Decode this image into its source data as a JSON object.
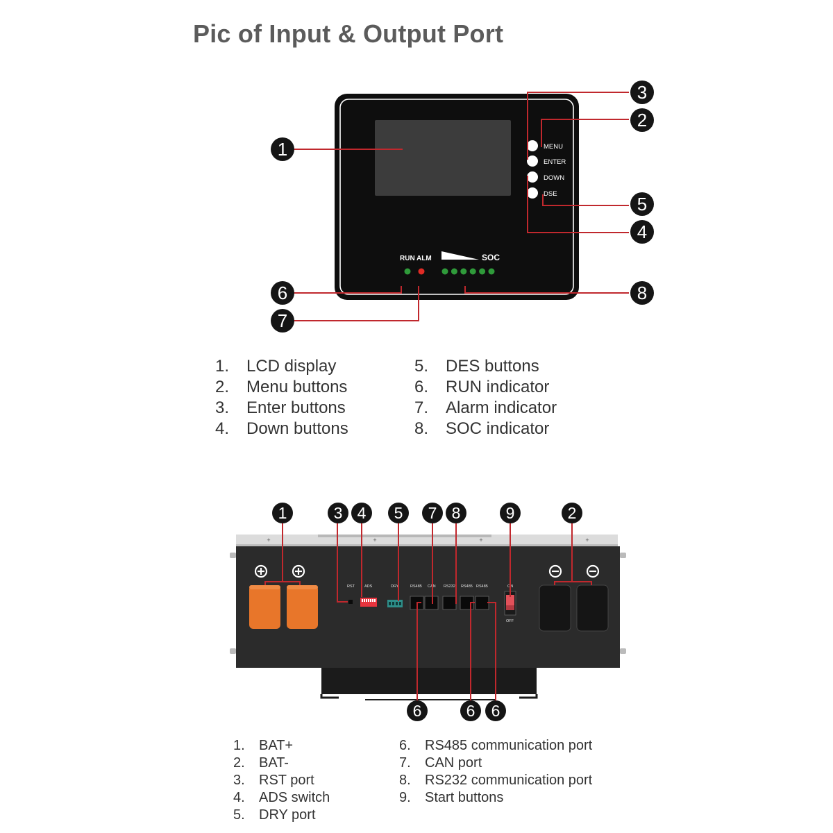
{
  "title": "Pic of Input & Output Port",
  "front_panel": {
    "buttons": [
      "MENU",
      "ENTER",
      "DOWN",
      "DSE"
    ],
    "indicator_labels": {
      "run": "RUN",
      "alarm": "ALM",
      "soc": "SOC"
    },
    "soc_led_count": 6,
    "callouts": [
      "1",
      "2",
      "3",
      "4",
      "5",
      "6",
      "7",
      "8"
    ]
  },
  "front_legend": {
    "left": [
      {
        "num": "1.",
        "text": "LCD display"
      },
      {
        "num": "2.",
        "text": "Menu buttons"
      },
      {
        "num": "3.",
        "text": "Enter buttons"
      },
      {
        "num": "4.",
        "text": "Down buttons"
      }
    ],
    "right": [
      {
        "num": "5.",
        "text": "DES buttons"
      },
      {
        "num": "6.",
        "text": "RUN indicator"
      },
      {
        "num": "7.",
        "text": "Alarm indicator"
      },
      {
        "num": "8.",
        "text": "SOC indicator"
      }
    ]
  },
  "rear_panel": {
    "port_labels": {
      "rst": "RST",
      "ads": "ADS",
      "dry": "DRY",
      "rs485_a": "RS485",
      "can": "CAN",
      "rs232": "RS232",
      "rs485_b": "RS485",
      "rs485_c": "RS485",
      "on": "ON",
      "off": "OFF"
    },
    "callouts_top": [
      "1",
      "3",
      "4",
      "5",
      "7",
      "8",
      "9",
      "2"
    ],
    "callouts_bottom": [
      "6",
      "6",
      "6"
    ],
    "colors": {
      "bat_plus": "#e8762a",
      "bat_minus": "#1a1a1a",
      "switch": "#e2515a",
      "callout_line": "#c0282d"
    }
  },
  "rear_legend": {
    "left": [
      {
        "num": "1.",
        "text": "BAT+"
      },
      {
        "num": "2.",
        "text": "BAT-"
      },
      {
        "num": "3.",
        "text": "RST port"
      },
      {
        "num": "4.",
        "text": "ADS switch"
      },
      {
        "num": "5.",
        "text": "DRY port"
      }
    ],
    "right": [
      {
        "num": "6.",
        "text": "RS485 communication port"
      },
      {
        "num": "7.",
        "text": "CAN port"
      },
      {
        "num": "8.",
        "text": "RS232 communication port"
      },
      {
        "num": "9.",
        "text": "Start buttons"
      }
    ]
  }
}
